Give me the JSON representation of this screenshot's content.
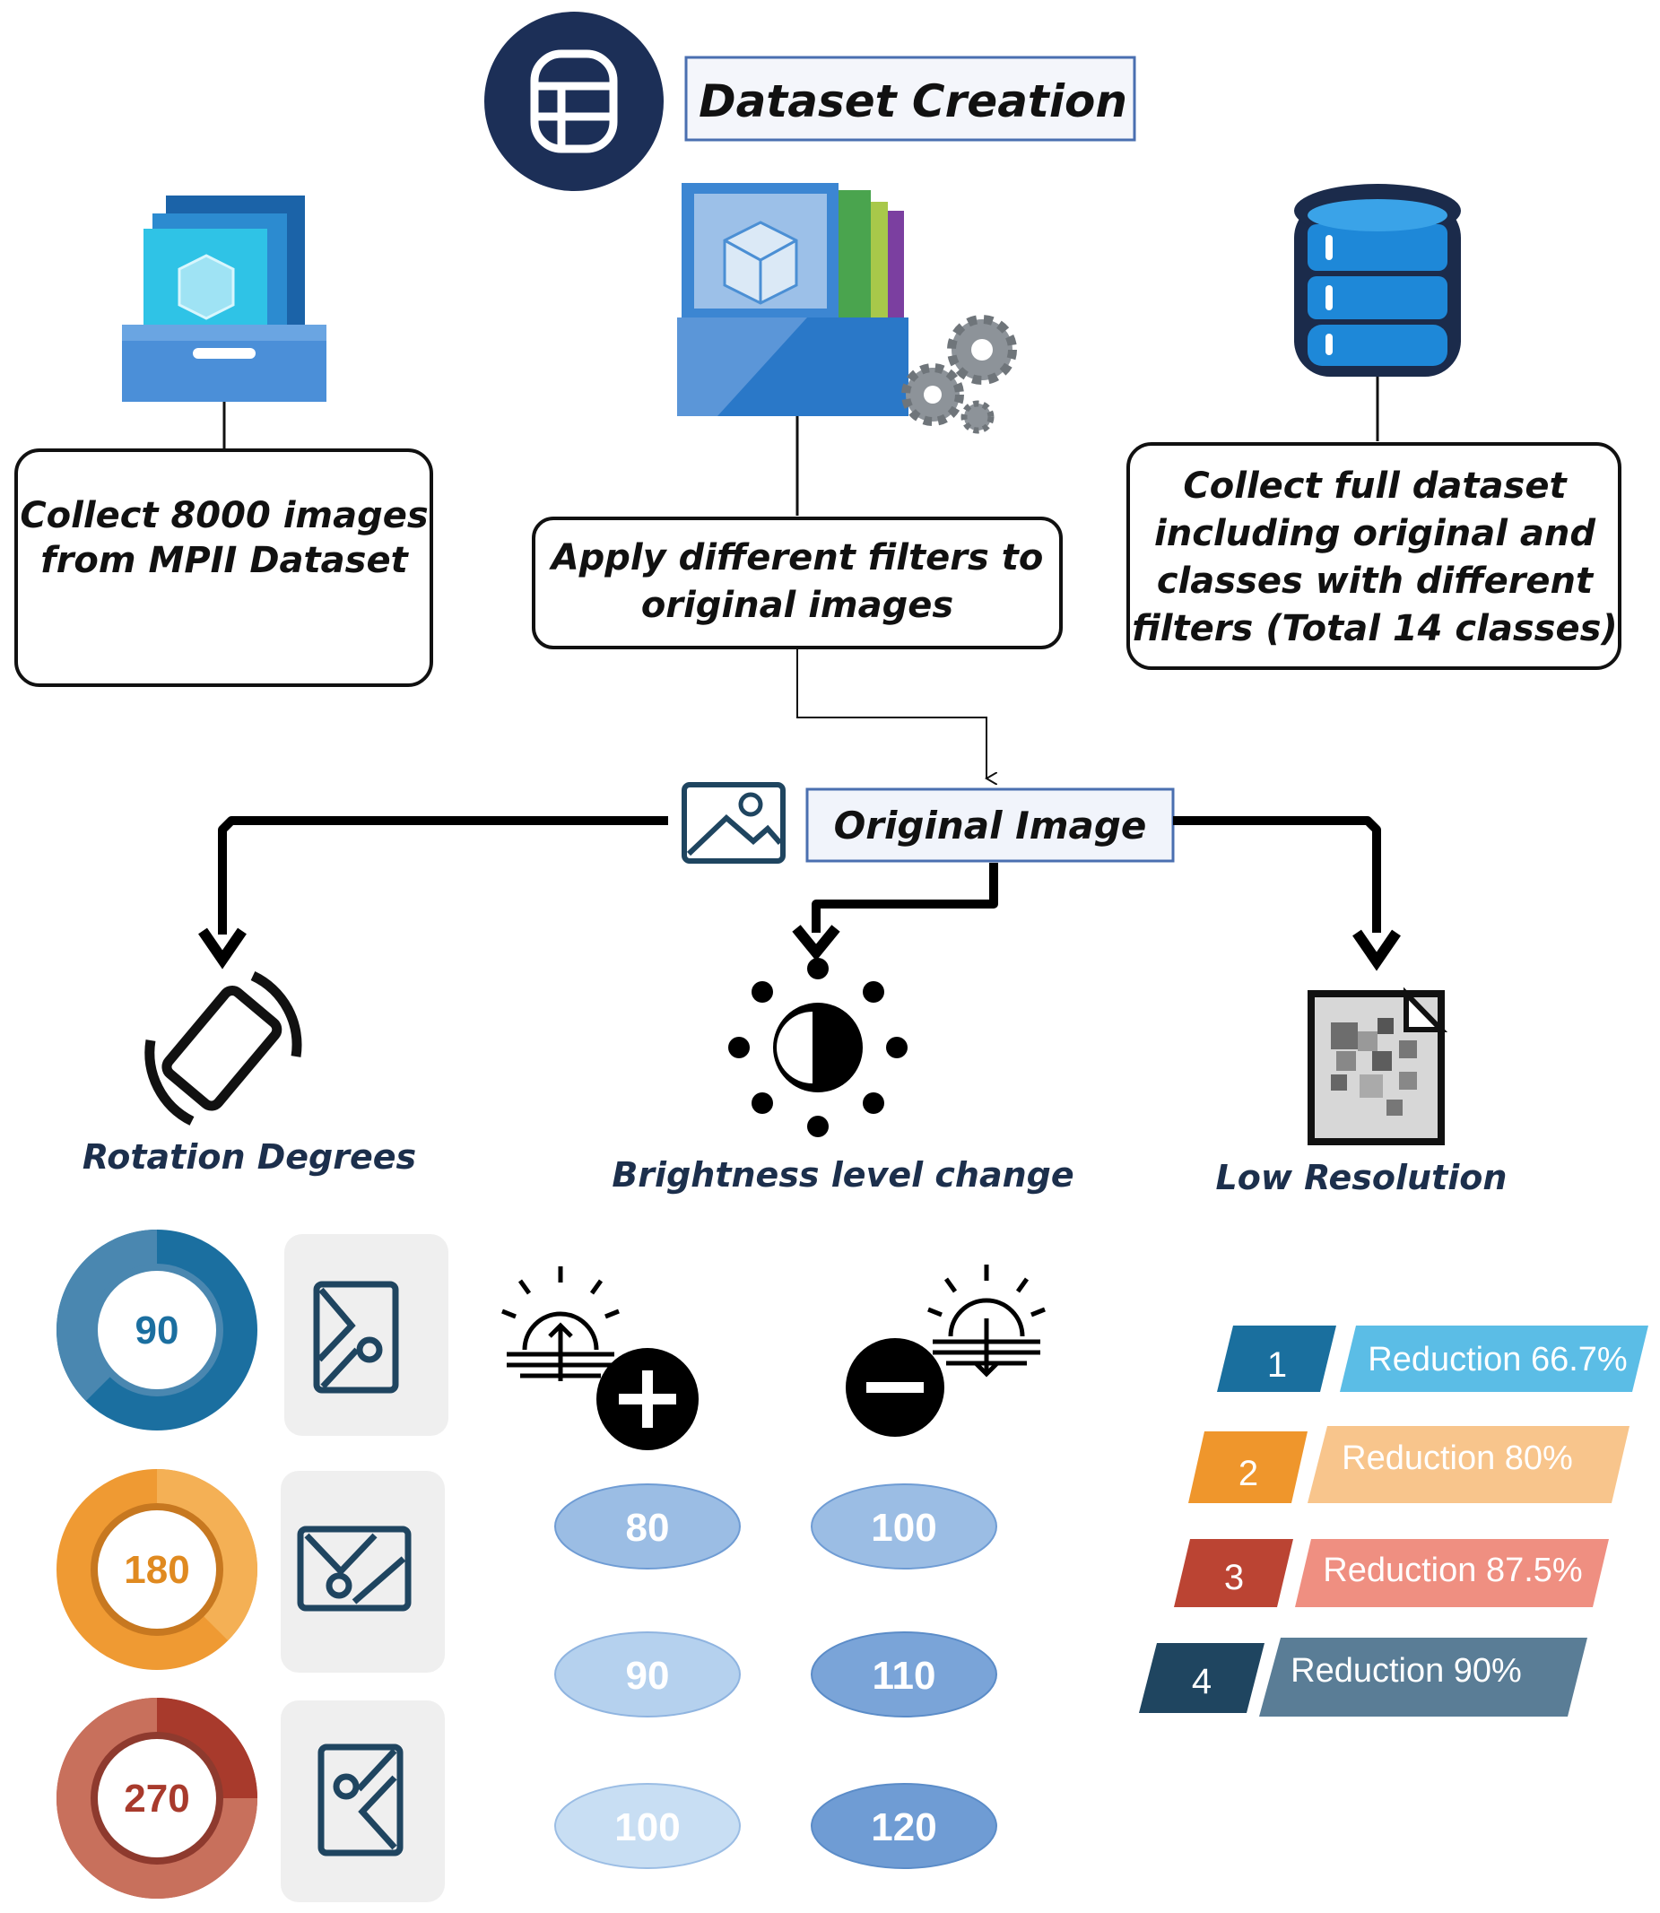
{
  "header": {
    "title": "Dataset Creation",
    "title_icon": "database-icon"
  },
  "steps": [
    {
      "id": "collect",
      "text_lines": [
        "Collect 8000 images",
        "from MPII Dataset"
      ],
      "icon": "image-archive-icon"
    },
    {
      "id": "filters",
      "text_lines": [
        "Apply different filters to",
        "original images"
      ],
      "icon": "image-folder-gears-icon"
    },
    {
      "id": "full",
      "text_lines": [
        "Collect full dataset",
        "including original and",
        "classes with different",
        "filters (Total 14 classes)"
      ],
      "icon": "database-icon"
    }
  ],
  "original": {
    "label": "Original Image",
    "icon": "image-icon"
  },
  "categories": [
    {
      "id": "rotation",
      "label": "Rotation Degrees",
      "icon": "rotate-device-icon"
    },
    {
      "id": "brightness",
      "label": "Brightness level change",
      "icon": "brightness-icon"
    },
    {
      "id": "lowres",
      "label": "Low Resolution",
      "icon": "pixelated-file-icon"
    }
  ],
  "rotation": {
    "items": [
      {
        "value": "90",
        "color": "#1b6fa0",
        "color_light": "#4a87b0",
        "icon": "image-rotated-90-icon"
      },
      {
        "value": "180",
        "color": "#ef9a33",
        "color_light": "#f4b055",
        "icon": "image-rotated-180-icon"
      },
      {
        "value": "270",
        "color": "#bc4a38",
        "color_light": "#c8705c",
        "icon": "image-rotated-270-icon"
      }
    ]
  },
  "brightness": {
    "increase": {
      "icon": "sun-up-plus-icon",
      "values": [
        "80",
        "90",
        "100"
      ],
      "fills": [
        "#9bbde4",
        "#b5d1ee",
        "#c8def3"
      ]
    },
    "decrease": {
      "icon": "sun-down-minus-icon",
      "values": [
        "100",
        "110",
        "120"
      ],
      "fills": [
        "#9bbde4",
        "#7aa4d8",
        "#6f9cd4"
      ]
    }
  },
  "lowres": {
    "items": [
      {
        "number": "1",
        "label": "Reduction 66.7%",
        "dark": "#1a6f9e",
        "light": "#5bbde6"
      },
      {
        "number": "2",
        "label": "Reduction 80%",
        "dark": "#ef962c",
        "light": "#f8c58c"
      },
      {
        "number": "3",
        "label": "Reduction 87.5%",
        "dark": "#bb4433",
        "light": "#ef8f81"
      },
      {
        "number": "4",
        "label": "Reduction 90%",
        "dark": "#1f4560",
        "light": "#5a7d96"
      }
    ]
  }
}
